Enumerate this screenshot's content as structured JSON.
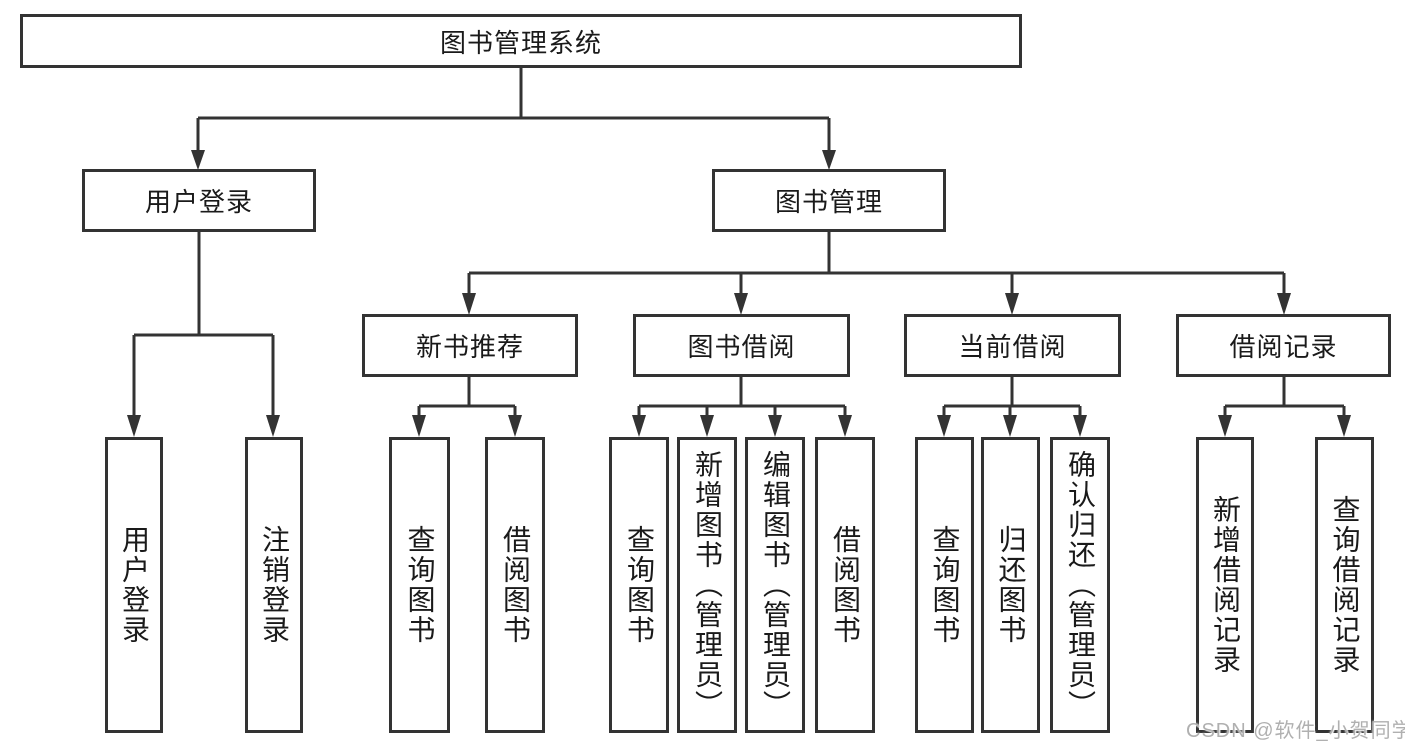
{
  "diagram": {
    "root": {
      "label": "图书管理系统"
    },
    "level2": [
      {
        "label": "用户登录"
      },
      {
        "label": "图书管理"
      }
    ],
    "level3": [
      {
        "label": "新书推荐"
      },
      {
        "label": "图书借阅"
      },
      {
        "label": "当前借阅"
      },
      {
        "label": "借阅记录"
      }
    ],
    "leaves": {
      "user_login": [
        "用户登录",
        "注销登录"
      ],
      "new_books": [
        "查询图书",
        "借阅图书"
      ],
      "book_borrow": [
        "查询图书",
        "新增图书（管理员）",
        "编辑图书（管理员）",
        "借阅图书"
      ],
      "current_borrow": [
        "查询图书",
        "归还图书",
        "确认归还（管理员）"
      ],
      "borrow_records": [
        "新增借阅记录",
        "查询借阅记录"
      ]
    }
  },
  "watermark": {
    "text": "CSDN @软件_小贺同学",
    "color": "#b0b0b0"
  },
  "colors": {
    "line": "#333333",
    "box_border": "#333333",
    "box_fill": "#ffffff",
    "text": "#1a1a1a",
    "background": "#ffffff"
  }
}
